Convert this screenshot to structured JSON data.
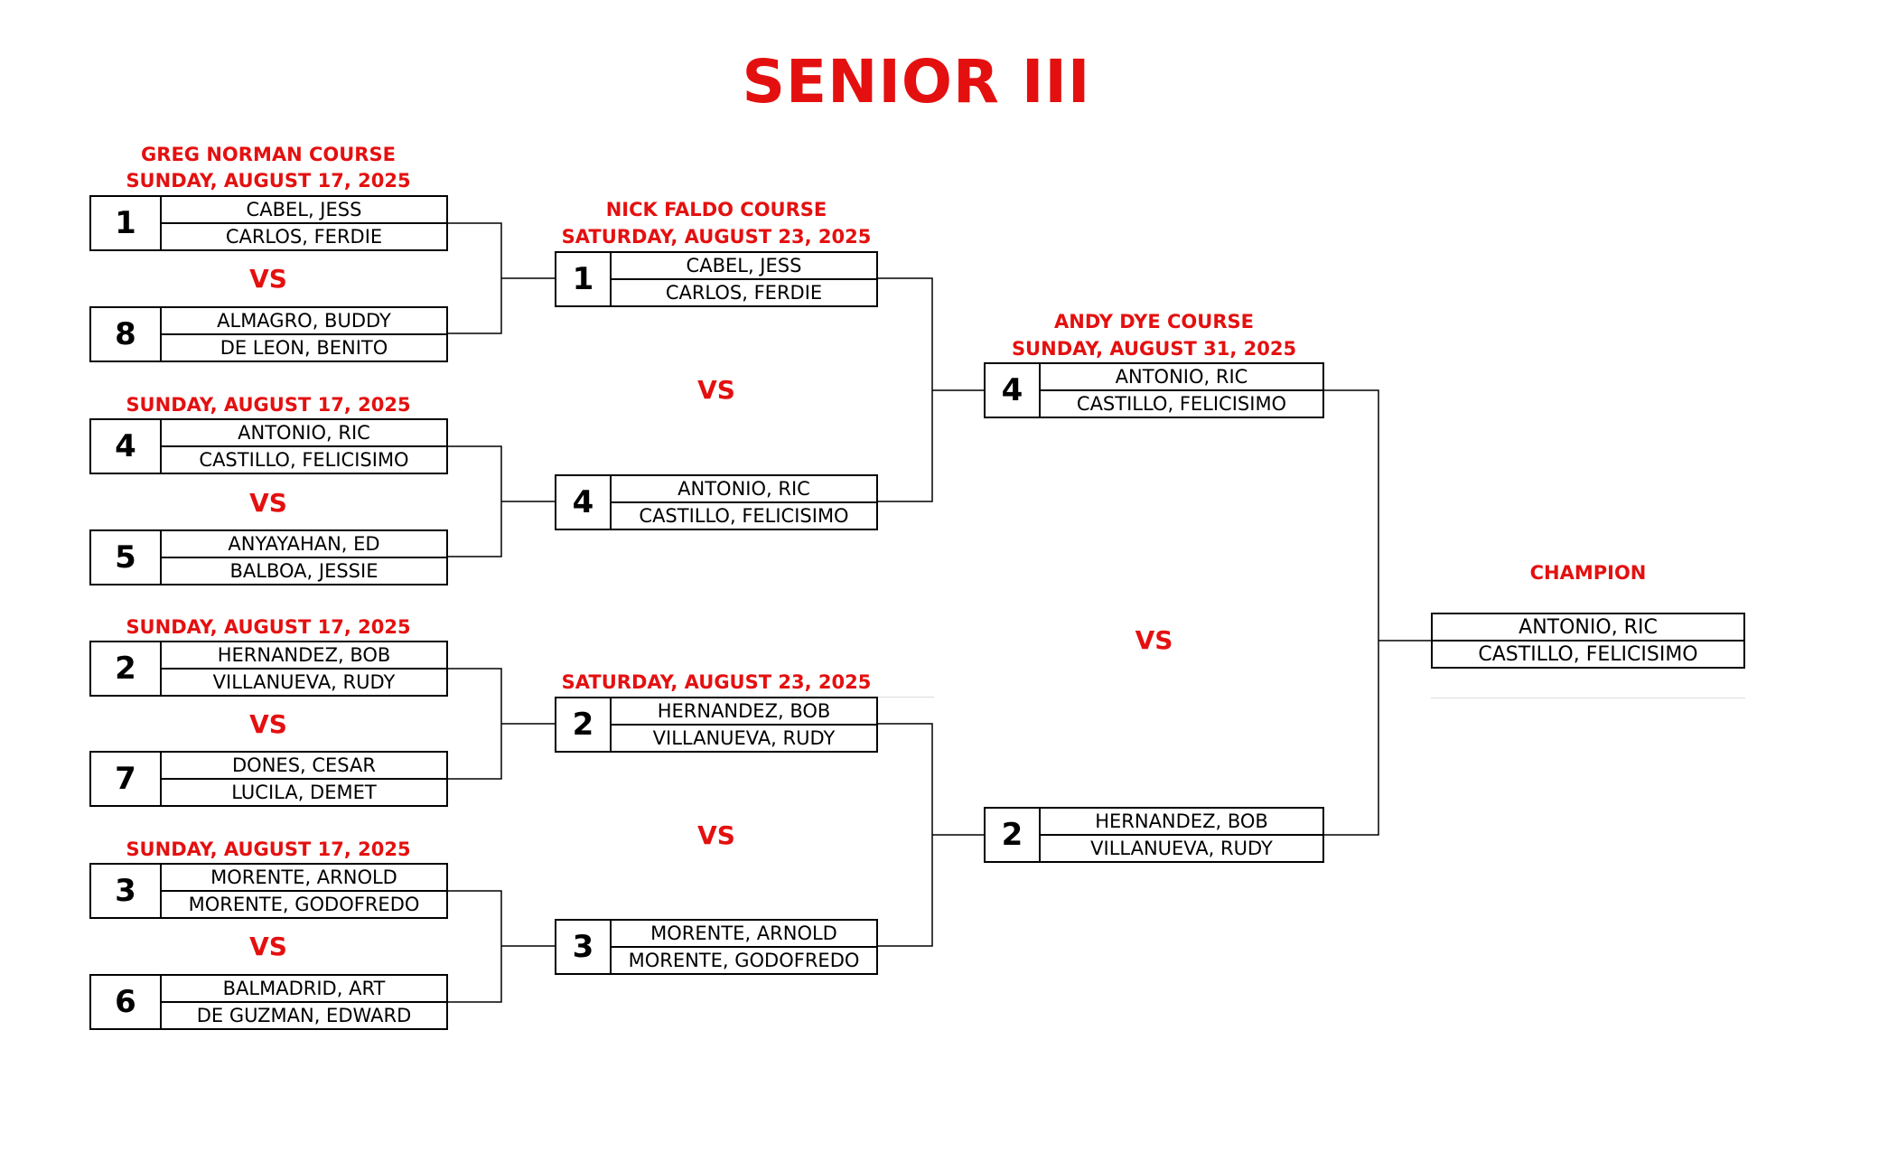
{
  "title": "SENIOR III",
  "round1": {
    "course": "GREG NORMAN COURSE",
    "date": "SUNDAY, AUGUST 17, 2025",
    "groups": [
      {
        "date": "SUNDAY, AUGUST 17, 2025",
        "top": {
          "seed": "1",
          "players": [
            "CABEL, JESS",
            "CARLOS, FERDIE"
          ]
        },
        "vs": "VS",
        "bottom": {
          "seed": "8",
          "players": [
            "ALMAGRO, BUDDY",
            "DE LEON, BENITO"
          ]
        }
      },
      {
        "date": "SUNDAY, AUGUST 17, 2025",
        "top": {
          "seed": "4",
          "players": [
            "ANTONIO, RIC",
            "CASTILLO, FELICISIMO"
          ]
        },
        "vs": "VS",
        "bottom": {
          "seed": "5",
          "players": [
            "ANYAYAHAN, ED",
            "BALBOA, JESSIE"
          ]
        }
      },
      {
        "date": "SUNDAY, AUGUST 17, 2025",
        "top": {
          "seed": "2",
          "players": [
            "HERNANDEZ, BOB",
            "VILLANUEVA, RUDY"
          ]
        },
        "vs": "VS",
        "bottom": {
          "seed": "7",
          "players": [
            "DONES, CESAR",
            "LUCILA, DEMET"
          ]
        }
      },
      {
        "date": "SUNDAY, AUGUST 17, 2025",
        "top": {
          "seed": "3",
          "players": [
            "MORENTE, ARNOLD",
            "MORENTE, GODOFREDO"
          ]
        },
        "vs": "VS",
        "bottom": {
          "seed": "6",
          "players": [
            "BALMADRID, ART",
            "DE GUZMAN, EDWARD"
          ]
        }
      }
    ]
  },
  "round2": {
    "course": "NICK FALDO COURSE",
    "date": "SATURDAY, AUGUST 23, 2025",
    "date2": "SATURDAY, AUGUST 23, 2025",
    "vs": "VS",
    "entries": [
      {
        "seed": "1",
        "players": [
          "CABEL, JESS",
          "CARLOS, FERDIE"
        ]
      },
      {
        "seed": "4",
        "players": [
          "ANTONIO, RIC",
          "CASTILLO, FELICISIMO"
        ]
      },
      {
        "seed": "2",
        "players": [
          "HERNANDEZ, BOB",
          "VILLANUEVA, RUDY"
        ]
      },
      {
        "seed": "3",
        "players": [
          "MORENTE, ARNOLD",
          "MORENTE, GODOFREDO"
        ]
      }
    ]
  },
  "round3": {
    "course": "ANDY DYE COURSE",
    "date": "SUNDAY, AUGUST 31, 2025",
    "vs": "VS",
    "entries": [
      {
        "seed": "4",
        "players": [
          "ANTONIO, RIC",
          "CASTILLO, FELICISIMO"
        ]
      },
      {
        "seed": "2",
        "players": [
          "HERNANDEZ, BOB",
          "VILLANUEVA, RUDY"
        ]
      }
    ]
  },
  "champion": {
    "label": "CHAMPION",
    "players": [
      "ANTONIO, RIC",
      "CASTILLO, FELICISIMO"
    ]
  },
  "colors": {
    "accent": "#e41010",
    "line": "#000000"
  }
}
